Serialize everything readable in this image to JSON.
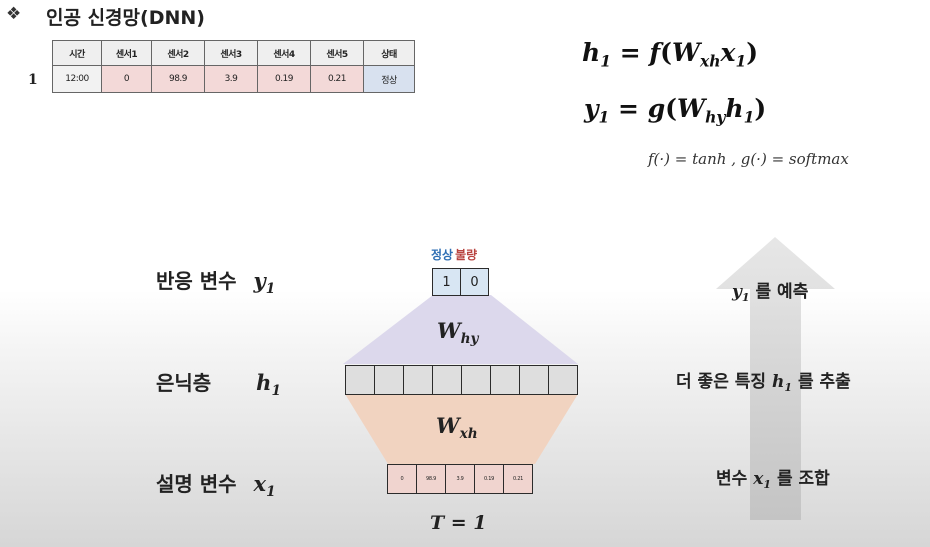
{
  "header": {
    "bullet": "❖",
    "title": "인공 신경망(DNN)"
  },
  "table": {
    "row_number": "1",
    "headers": [
      "시간",
      "센서1",
      "센서2",
      "센서3",
      "센서4",
      "센서5",
      "상태"
    ],
    "row": [
      "12:00",
      "0",
      "98.9",
      "3.9",
      "0.19",
      "0.21",
      "정상"
    ]
  },
  "equations": {
    "eq1": {
      "lhs": "h",
      "lhs_sub": "1",
      "op": " = ",
      "func": "f",
      "open": "(",
      "w": "W",
      "w_sub": "xh",
      "var": "x",
      "var_sub": "1",
      "close": ")"
    },
    "eq2": {
      "lhs": "y",
      "lhs_sub": "1",
      "op": " = ",
      "func": "g",
      "open": "(",
      "w": "W",
      "w_sub": "hy",
      "var": "h",
      "var_sub": "1",
      "close": ")"
    },
    "note": "f(·) = tanh , g(·) = softmax"
  },
  "labels": {
    "response": {
      "text": "반응 변수",
      "var": "y",
      "sub": "1"
    },
    "hidden": {
      "text": "은닉층",
      "var": "h",
      "sub": "1"
    },
    "input": {
      "text": "설명 변수",
      "var": "x",
      "sub": "1"
    }
  },
  "output": {
    "class_normal": "정상",
    "class_defect": "불량",
    "values": [
      "1",
      "0"
    ]
  },
  "hidden_units": 8,
  "input_values": [
    "0",
    "98.9",
    "3.9",
    "0.19",
    "0.21"
  ],
  "weights": {
    "hy": {
      "w": "W",
      "sub": "hy"
    },
    "xh": {
      "w": "W",
      "sub": "xh"
    }
  },
  "timestep": "T = 1",
  "right": {
    "predict": {
      "var": "y",
      "sub": "1",
      "text": " 를 예측"
    },
    "extract": {
      "pre": "더 좋은 특징 ",
      "var": "h",
      "sub": "1",
      "text": " 를 추출"
    },
    "combine": {
      "pre": "변수 ",
      "var": "x",
      "sub": "1",
      "text": " 를 조합"
    }
  },
  "colors": {
    "output_fill": "#d8e6f3",
    "hidden_fill": "#dedede",
    "input_fill": "#f0d4cf",
    "trap_top": "#dcd8ec",
    "trap_bottom": "#f1d3c0",
    "normal_text": "#2f6fb4",
    "defect_text": "#b8433f"
  }
}
